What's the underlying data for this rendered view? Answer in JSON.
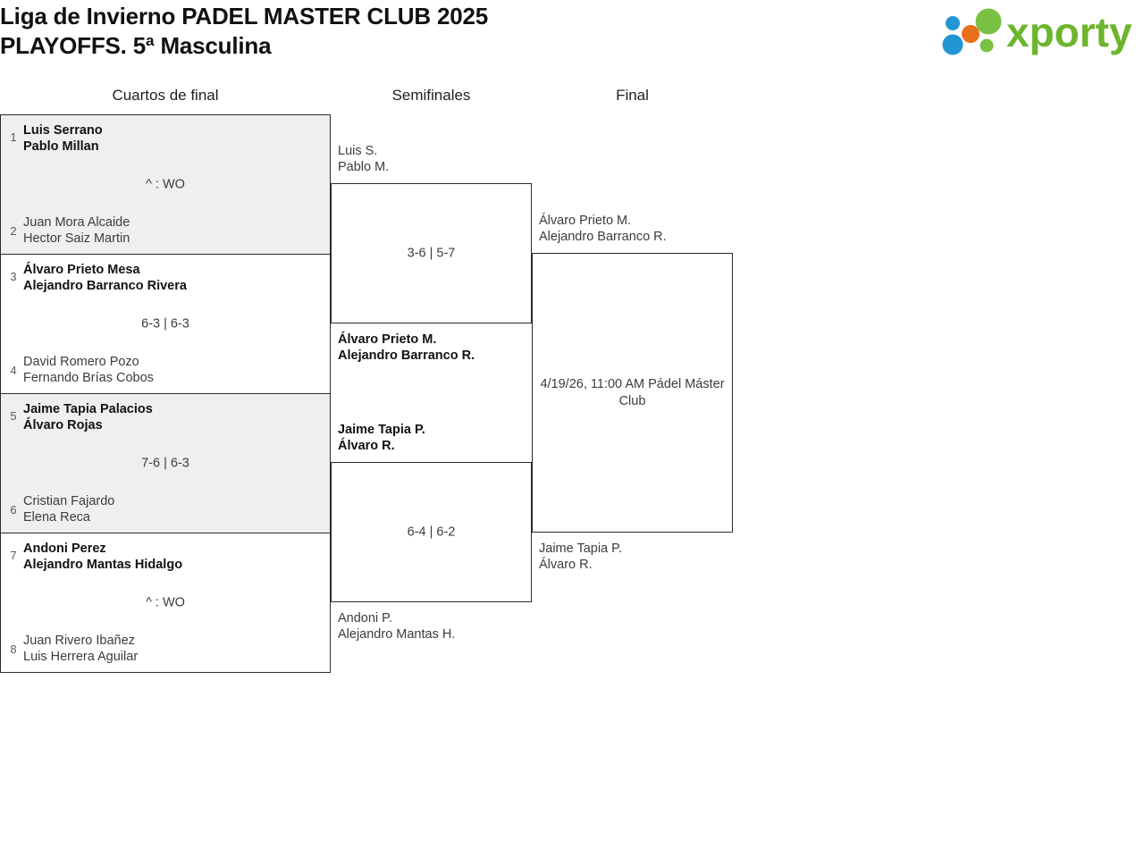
{
  "header": {
    "title": "Liga de Invierno PADEL MASTER CLUB 2025\nPLAYOFFS. 5ª Masculina",
    "brand_name": "xporty",
    "brand_colors": {
      "wordmark_green": "#6cb52d",
      "dot_blue": "#2196d3",
      "dot_orange": "#e8701a",
      "dot_green": "#7ac143"
    }
  },
  "rounds": [
    {
      "label": "Cuartos de final"
    },
    {
      "label": "Semifinales"
    },
    {
      "label": "Final"
    }
  ],
  "matches": {
    "qf1": {
      "shaded": true,
      "top": {
        "seed": "1",
        "names": "Luis Serrano\nPablo Millan",
        "winner": true
      },
      "bottom": {
        "seed": "2",
        "names": "Juan Mora Alcaide\nHector Saiz Martin",
        "winner": false
      },
      "score": "^ : WO"
    },
    "qf2": {
      "shaded": false,
      "top": {
        "seed": "3",
        "names": "Álvaro Prieto Mesa\nAlejandro Barranco Rivera",
        "winner": true
      },
      "bottom": {
        "seed": "4",
        "names": "David Romero Pozo\nFernando Brías Cobos",
        "winner": false
      },
      "score": "6-3 | 6-3"
    },
    "qf3": {
      "shaded": true,
      "top": {
        "seed": "5",
        "names": "Jaime Tapia Palacios\nÁlvaro Rojas",
        "winner": true
      },
      "bottom": {
        "seed": "6",
        "names": "Cristian Fajardo\nElena Reca",
        "winner": false
      },
      "score": "7-6 | 6-3"
    },
    "qf4": {
      "shaded": false,
      "top": {
        "seed": "7",
        "names": "Andoni Perez\nAlejandro Mantas Hidalgo",
        "winner": true
      },
      "bottom": {
        "seed": "8",
        "names": "Juan Rivero Ibañez\nLuis Herrera Aguilar",
        "winner": false
      },
      "score": "^ : WO"
    },
    "sf1": {
      "top": {
        "names": "Luis S.\nPablo M.",
        "winner": false
      },
      "bottom": {
        "names": "Álvaro Prieto M.\nAlejandro Barranco R.",
        "winner": true
      },
      "score": "3-6 | 5-7"
    },
    "sf2": {
      "top": {
        "names": "Jaime Tapia P.\nÁlvaro R.",
        "winner": true
      },
      "bottom": {
        "names": "Andoni P.\nAlejandro Mantas H.",
        "winner": false
      },
      "score": "6-4 | 6-2"
    },
    "final": {
      "top": {
        "names": "Álvaro Prieto M.\nAlejandro Barranco R.",
        "winner": false
      },
      "bottom": {
        "names": "Jaime Tapia P.\nÁlvaro R.",
        "winner": false
      },
      "score": "4/19/26, 11:00 AM Pádel Máster Club"
    }
  }
}
